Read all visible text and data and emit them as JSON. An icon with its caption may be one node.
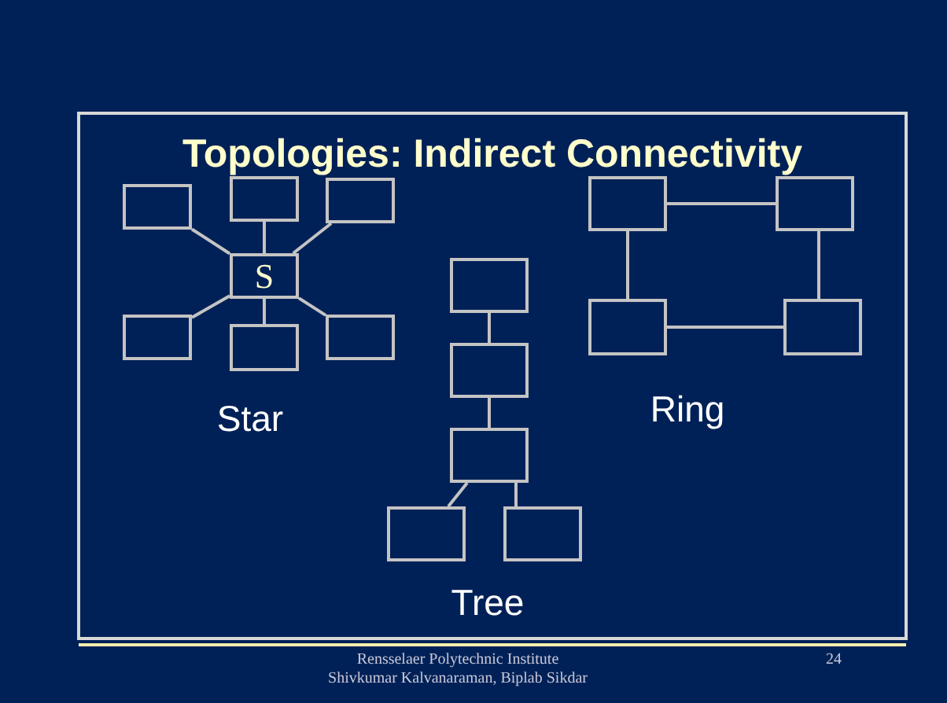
{
  "diagram": {
    "title": "Topologies: Indirect Connectivity",
    "nodes": [
      {
        "text": [],
        "shape": "box"
      },
      {
        "text": [],
        "shape": "box"
      },
      {
        "text": [],
        "shape": "box"
      },
      {
        "text": [
          "S"
        ]
      },
      {
        "text": [],
        "shape": "box"
      },
      {
        "text": [],
        "shape": "box"
      },
      {
        "text": [],
        "shape": "box"
      },
      {
        "text": [],
        "shape": "box"
      },
      {
        "text": [],
        "shape": "box"
      },
      {
        "text": [],
        "shape": "box"
      },
      {
        "text": [],
        "shape": "box"
      },
      {
        "text": [],
        "shape": "box"
      },
      {
        "text": [],
        "shape": "box"
      },
      {
        "text": [],
        "shape": "box"
      },
      {
        "text": [],
        "shape": "box"
      },
      {
        "text": [],
        "shape": "box"
      }
    ],
    "edges": [
      {
        "from": 3,
        "to": 0,
        "arrow": "none"
      },
      {
        "from": 3,
        "to": 1,
        "arrow": "none"
      },
      {
        "from": 3,
        "to": 2,
        "arrow": "none"
      },
      {
        "from": 3,
        "to": 4,
        "arrow": "none"
      },
      {
        "from": 3,
        "to": 5,
        "arrow": "none"
      },
      {
        "from": 3,
        "to": 6,
        "arrow": "none"
      },
      {
        "from": 7,
        "to": 8,
        "arrow": "none"
      },
      {
        "from": 8,
        "to": 10,
        "arrow": "none"
      },
      {
        "from": 10,
        "to": 9,
        "arrow": "none"
      },
      {
        "from": 9,
        "to": 7,
        "arrow": "none"
      },
      {
        "from": 11,
        "to": 12,
        "arrow": "none"
      },
      {
        "from": 12,
        "to": 13,
        "arrow": "none"
      },
      {
        "from": 13,
        "to": 14,
        "arrow": "none"
      },
      {
        "from": 13,
        "to": 15,
        "arrow": "none"
      }
    ],
    "labels": [
      "Star",
      "Ring",
      "Tree",
      "Rensselaer Polytechnic Institute",
      "24",
      "Shivkumar Kalvanaraman, Biplab Sikdar"
    ]
  }
}
